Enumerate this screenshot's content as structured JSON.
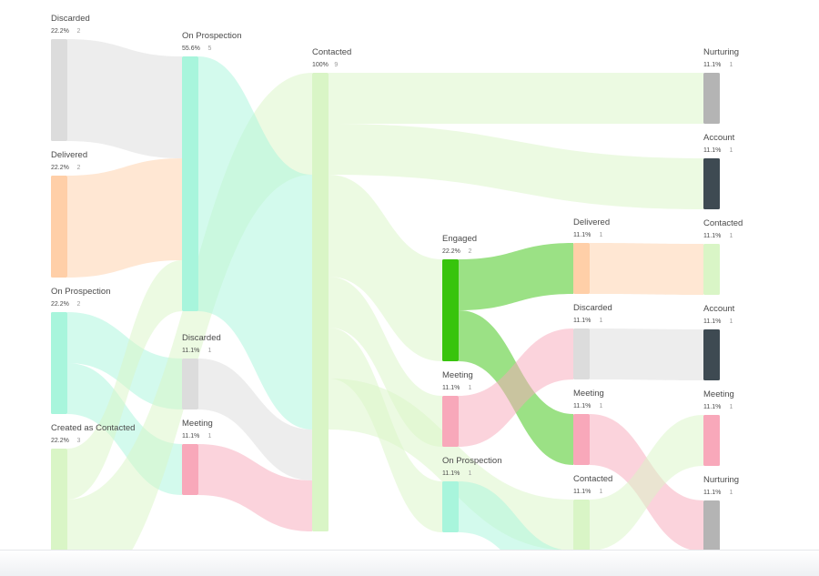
{
  "colors": {
    "Discarded": "#dcdcdc",
    "Delivered": "#ffcfa8",
    "On Prospection": "#a8f5dc",
    "Created as Contacted": "#d9f5c6",
    "Contacted": "#d9f5c6",
    "Meeting": "#f8a8ba",
    "Engaged": "#38c40c",
    "Nurturing": "#b4b4b4",
    "Account": "#3e4a52"
  },
  "chart_data": {
    "type": "sankey",
    "total": 9,
    "nodes": [
      {
        "id": "s0_discarded",
        "label": "Discarded",
        "stage": 0,
        "pct": "22.2%",
        "count": 2
      },
      {
        "id": "s0_delivered",
        "label": "Delivered",
        "stage": 0,
        "pct": "22.2%",
        "count": 2
      },
      {
        "id": "s0_prospection",
        "label": "On Prospection",
        "stage": 0,
        "pct": "22.2%",
        "count": 2
      },
      {
        "id": "s0_created",
        "label": "Created as Contacted",
        "stage": 0,
        "pct": "22.2%",
        "count": 3
      },
      {
        "id": "s1_prospection",
        "label": "On Prospection",
        "stage": 1,
        "pct": "55.6%",
        "count": 5
      },
      {
        "id": "s1_discarded",
        "label": "Discarded",
        "stage": 1,
        "pct": "11.1%",
        "count": 1
      },
      {
        "id": "s1_meeting",
        "label": "Meeting",
        "stage": 1,
        "pct": "11.1%",
        "count": 1
      },
      {
        "id": "s2_contacted",
        "label": "Contacted",
        "stage": 2,
        "pct": "100%",
        "count": 9
      },
      {
        "id": "s3_engaged",
        "label": "Engaged",
        "stage": 3,
        "pct": "22.2%",
        "count": 2
      },
      {
        "id": "s3_meeting",
        "label": "Meeting",
        "stage": 3,
        "pct": "11.1%",
        "count": 1
      },
      {
        "id": "s3_prospection",
        "label": "On Prospection",
        "stage": 3,
        "pct": "11.1%",
        "count": 1
      },
      {
        "id": "s4_delivered",
        "label": "Delivered",
        "stage": 4,
        "pct": "11.1%",
        "count": 1
      },
      {
        "id": "s4_discarded",
        "label": "Discarded",
        "stage": 4,
        "pct": "11.1%",
        "count": 1
      },
      {
        "id": "s4_meeting",
        "label": "Meeting",
        "stage": 4,
        "pct": "11.1%",
        "count": 1
      },
      {
        "id": "s4_contacted",
        "label": "Contacted",
        "stage": 4,
        "pct": "11.1%",
        "count": 1
      },
      {
        "id": "s5_nurturing_a",
        "label": "Nurturing",
        "stage": 5,
        "pct": "11.1%",
        "count": 1
      },
      {
        "id": "s5_account_a",
        "label": "Account",
        "stage": 5,
        "pct": "11.1%",
        "count": 1
      },
      {
        "id": "s5_contacted",
        "label": "Contacted",
        "stage": 5,
        "pct": "11.1%",
        "count": 1
      },
      {
        "id": "s5_account_b",
        "label": "Account",
        "stage": 5,
        "pct": "11.1%",
        "count": 1
      },
      {
        "id": "s5_meeting",
        "label": "Meeting",
        "stage": 5,
        "pct": "11.1%",
        "count": 1
      },
      {
        "id": "s5_nurturing_b",
        "label": "Nurturing",
        "stage": 5,
        "pct": "11.1%",
        "count": 1
      }
    ],
    "links": [
      {
        "source": "s0_discarded",
        "target": "s1_prospection",
        "value": 2
      },
      {
        "source": "s0_delivered",
        "target": "s1_prospection",
        "value": 2
      },
      {
        "source": "s0_prospection",
        "target": "s1_discarded",
        "value": 1
      },
      {
        "source": "s0_prospection",
        "target": "s1_meeting",
        "value": 1
      },
      {
        "source": "s0_created",
        "target": "s1_prospection",
        "value": 1
      },
      {
        "source": "s0_created",
        "target": "s2_contacted",
        "value": 2
      },
      {
        "source": "s1_prospection",
        "target": "s2_contacted",
        "value": 5
      },
      {
        "source": "s1_discarded",
        "target": "s2_contacted",
        "value": 1
      },
      {
        "source": "s1_meeting",
        "target": "s2_contacted",
        "value": 1
      },
      {
        "source": "s2_contacted",
        "target": "s5_nurturing_a",
        "value": 1
      },
      {
        "source": "s2_contacted",
        "target": "s5_account_a",
        "value": 1
      },
      {
        "source": "s2_contacted",
        "target": "s3_engaged",
        "value": 2
      },
      {
        "source": "s2_contacted",
        "target": "s3_meeting",
        "value": 1
      },
      {
        "source": "s2_contacted",
        "target": "s3_prospection",
        "value": 1
      },
      {
        "source": "s2_contacted",
        "target": "s4_contacted",
        "value": 1
      },
      {
        "source": "s3_engaged",
        "target": "s4_delivered",
        "value": 1
      },
      {
        "source": "s3_engaged",
        "target": "s4_meeting",
        "value": 1
      },
      {
        "source": "s3_meeting",
        "target": "s4_discarded",
        "value": 1
      },
      {
        "source": "s3_prospection",
        "target": "s4_contacted",
        "value": 1
      },
      {
        "source": "s4_delivered",
        "target": "s5_contacted",
        "value": 1
      },
      {
        "source": "s4_discarded",
        "target": "s5_account_b",
        "value": 1
      },
      {
        "source": "s4_meeting",
        "target": "s5_nurturing_b",
        "value": 1
      },
      {
        "source": "s4_contacted",
        "target": "s5_meeting",
        "value": 1
      }
    ]
  }
}
